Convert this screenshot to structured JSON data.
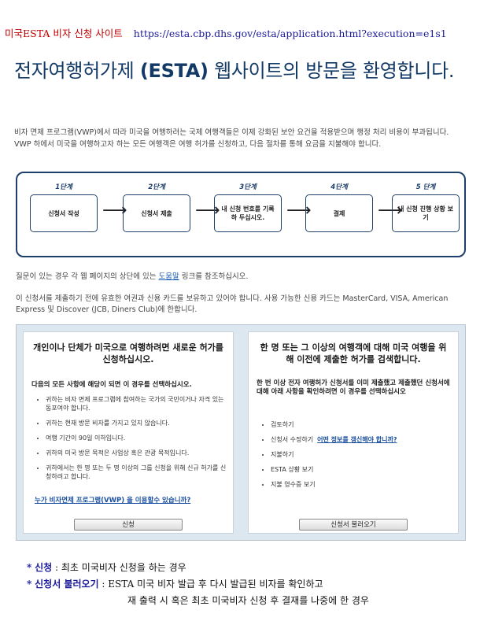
{
  "header": {
    "title": "미국ESTA 비자 신청 사이트",
    "url": "https://esta.cbp.dhs.gov/esta/application.html?execution=e1s1"
  },
  "page_title_prefix": "전자여행허가제",
  "page_title_bold": "(ESTA)",
  "page_title_suffix": "웹사이트의 방문을 환영합니다.",
  "intro": "비자 면제 프로그램(VWP)에서 따라 미국을 여행하려는 국제 여행객들은 이제 강화된 보안 요건을 적용받으며 행정 처리 비용이 부과됩니다. VWP 하에서 미국을 여행하고자 하는 모든 여행객은 여행 허가를 신청하고, 다음 절차를 통해 요금을 지불해야 합니다.",
  "steps": [
    {
      "num": "1단계",
      "label": "신청서 작성"
    },
    {
      "num": "2단계",
      "label": "신청서 제출"
    },
    {
      "num": "3단계",
      "label": "내 신청 번호를 기록하 두십시오."
    },
    {
      "num": "4단계",
      "label": "결제"
    },
    {
      "num": "5 단계",
      "label": "내 신청 진행 상황 보기"
    }
  ],
  "arrow_glyph": "⟶",
  "help": {
    "before": "질문이 있는 경우 각 웹 페이지의 상단에 있는 ",
    "link": "도움말",
    "after": " 링크를 참조하십시오."
  },
  "cards_note": "이 신청서를 제출하기 전에 유효한 여권과 신용 카드를 보유하고 있어야 합니다. 사용 가능한 신용 카드는 MasterCard, VISA, American Express 및 Discover (JCB, Diners Club)에 한합니다.",
  "left": {
    "title": "개인이나 단체가 미국으로 여행하려면 새로운 허가를 신청하십시오.",
    "subtitle": "다음의 모든 사항에 해당이 되면 이 경우를 선택하십시오.",
    "items": [
      "귀하는 비자 면제 프로그램에 참여하는 국가의 국민이거나 자격 있는 동포여야 합니다.",
      "귀하는 현재 방문 비자를 가지고 있지 않습니다.",
      "여행 기간이 90일 이하입니다.",
      "귀하의 미국 방문 목적은 사업상 혹은 관광 목적입니다.",
      "귀하에서는 한 명 또는 두 명 이상의 그룹 신청을 위해 신규 허가를 신청하려고 합니다."
    ],
    "link": "누가 비자면제 프로그램(VWP) 을 이용할수 있습니까?",
    "button": "신청"
  },
  "right": {
    "title": "한 명 또는 그 이상의 여행객에 대해 미국 여행을 위해 이전에 제출한 허가를 검색합니다.",
    "subtitle": "한 번 이상 전자 여행허가 신청서를 이미 제출했고 제출했던 신청서에 대해 아래 사항을 확인하려면 이 경우를 선택하십시오",
    "items": [
      "검토하기",
      "신청서 수정하기",
      "지불하기",
      "ESTA 상황 보기",
      "지불 영수증 보기"
    ],
    "edit_link": "어떤 정보를 갱신해야 합니까?",
    "button": "신청서 불러오기"
  },
  "notes": {
    "star": "*",
    "line1_key": "신청",
    "line1_text": ": 최초 미국비자 신청을 하는 경우",
    "line2_key": "신청서 불러오기",
    "line2_text": ":  ESTA 미국 비자 발급 후 다시 발급된 비자를 확인하고",
    "line3_text": "재 출력 시 혹은  최초 미국비자 신청 후 결재를 나중에 한 경우"
  }
}
